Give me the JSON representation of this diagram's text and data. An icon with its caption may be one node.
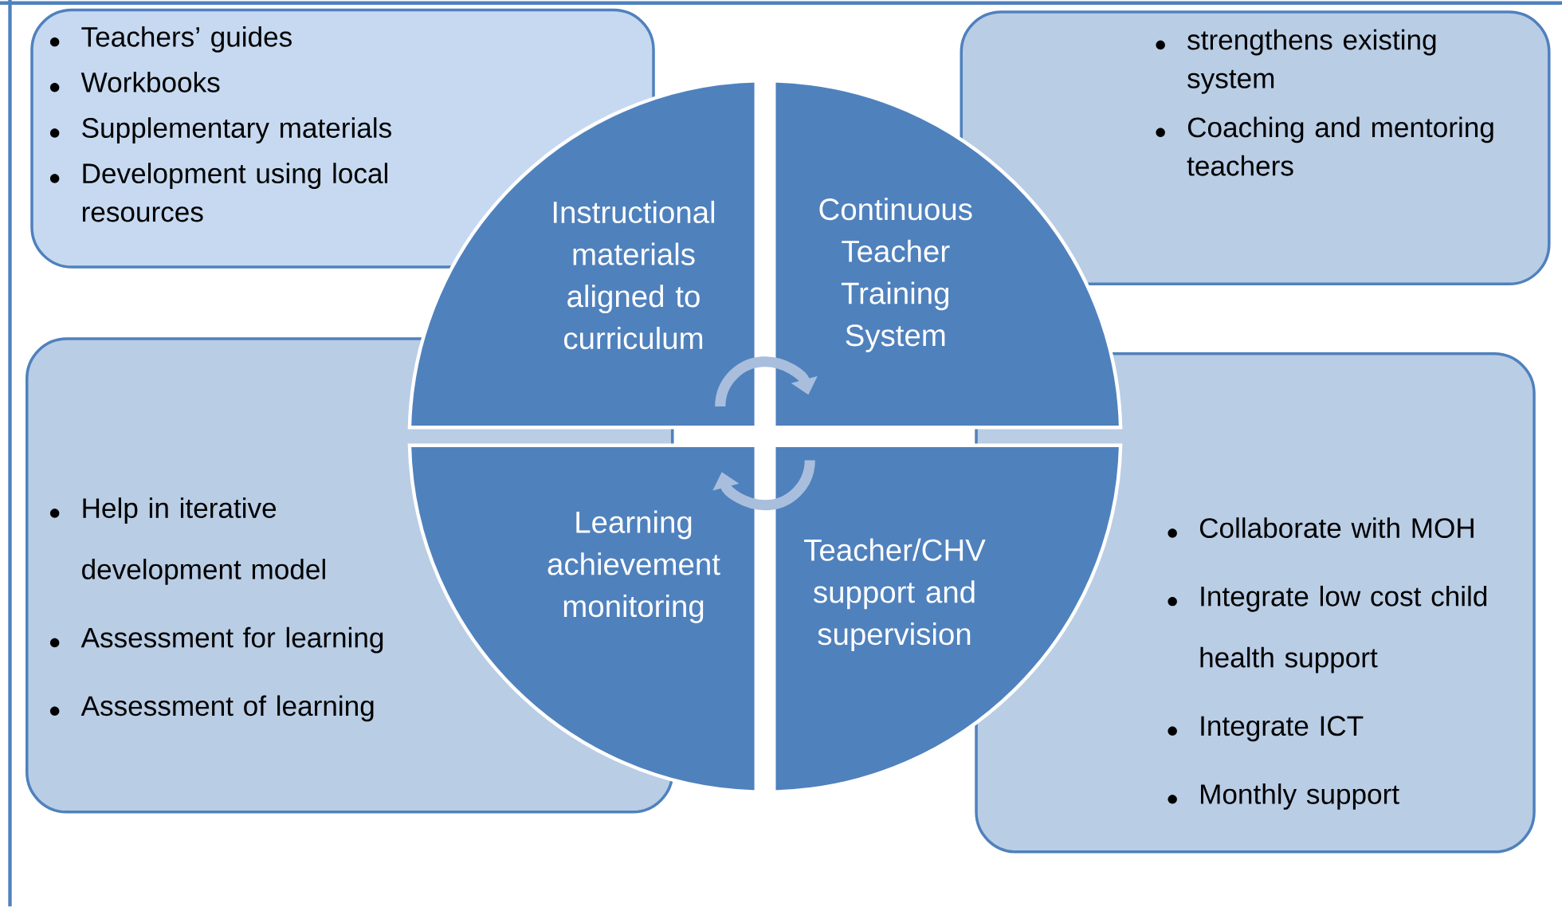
{
  "diagram": {
    "nodes": [
      {
        "text": [
          "Teachers’ guides",
          "Workbooks",
          "Supplementary materials",
          "Development using local resources"
        ]
      },
      {
        "text": [
          "strengthens existing system",
          "Coaching and mentoring teachers"
        ]
      },
      {
        "text": [
          "Help in iterative development model",
          "Assessment for learning",
          "Assessment of learning"
        ]
      },
      {
        "text": [
          "Collaborate with MOH",
          "Integrate low cost child health support",
          "Integrate ICT",
          "Monthly support"
        ]
      },
      {
        "text": [
          "Instructional materials aligned to curriculum"
        ]
      },
      {
        "text": [
          "Continuous Teacher Training System"
        ]
      },
      {
        "text": [
          "Learning achievement monitoring"
        ]
      },
      {
        "text": [
          "Teacher/CHV support and supervision"
        ]
      }
    ],
    "edges": [
      {
        "from": 4,
        "to": 5,
        "arrow": "to"
      },
      {
        "from": 7,
        "to": 6,
        "arrow": "to"
      }
    ]
  }
}
